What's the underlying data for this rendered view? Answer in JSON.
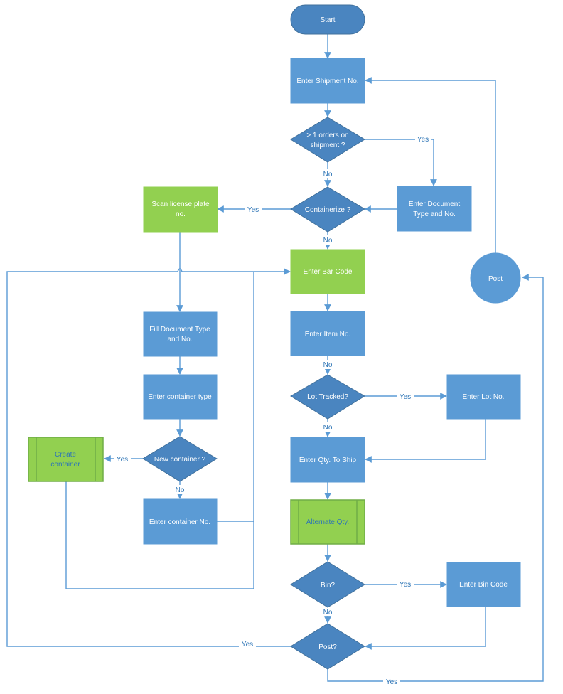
{
  "colors": {
    "blue_fill": "#5B9BD5",
    "dark_blue_fill": "#4A85C0",
    "border": "#41719C",
    "green_fill": "#92D050",
    "green_border": "#70AD47",
    "line": "#5B9BD5",
    "label_text": "#2E75B6",
    "white_text": "#FFFFFF"
  },
  "nodes": {
    "start": [
      "Start"
    ],
    "enter_shipment": [
      "Enter Shipment No."
    ],
    "orders_decision": [
      "> 1 orders on",
      "shipment ?"
    ],
    "containerize_decision": [
      "Containerize ?"
    ],
    "enter_document": [
      "Enter Document",
      "Type and No."
    ],
    "scan_license": [
      "Scan license plate",
      "no."
    ],
    "enter_barcode": [
      "Enter Bar Code"
    ],
    "post_circle": [
      "Post"
    ],
    "fill_document": [
      "Fill Document Type",
      "and No."
    ],
    "enter_item": [
      "Enter Item No."
    ],
    "container_type": [
      "Enter container type"
    ],
    "lot_decision": [
      "Lot Tracked?"
    ],
    "enter_lot": [
      "Enter Lot No."
    ],
    "create_container": [
      "Create",
      "container"
    ],
    "new_container_decision": [
      "New container ?"
    ],
    "enter_qty": [
      "Enter Qty. To Ship"
    ],
    "alternate_qty": [
      "Alternate Qty."
    ],
    "enter_container_no": [
      "Enter container No."
    ],
    "bin_decision": [
      "Bin?"
    ],
    "enter_bin": [
      "Enter Bin Code"
    ],
    "post_decision": [
      "Post?"
    ]
  },
  "edge_labels": {
    "orders_yes": "Yes",
    "orders_no": "No",
    "containerize_yes": "Yes",
    "containerize_no": "No",
    "item_no": "No",
    "lot_yes": "Yes",
    "lot_no": "No",
    "new_container_yes": "Yes",
    "new_container_no": "No",
    "bin_yes": "Yes",
    "bin_no": "No",
    "post_yes_left": "Yes",
    "post_yes_bottom": "Yes"
  }
}
